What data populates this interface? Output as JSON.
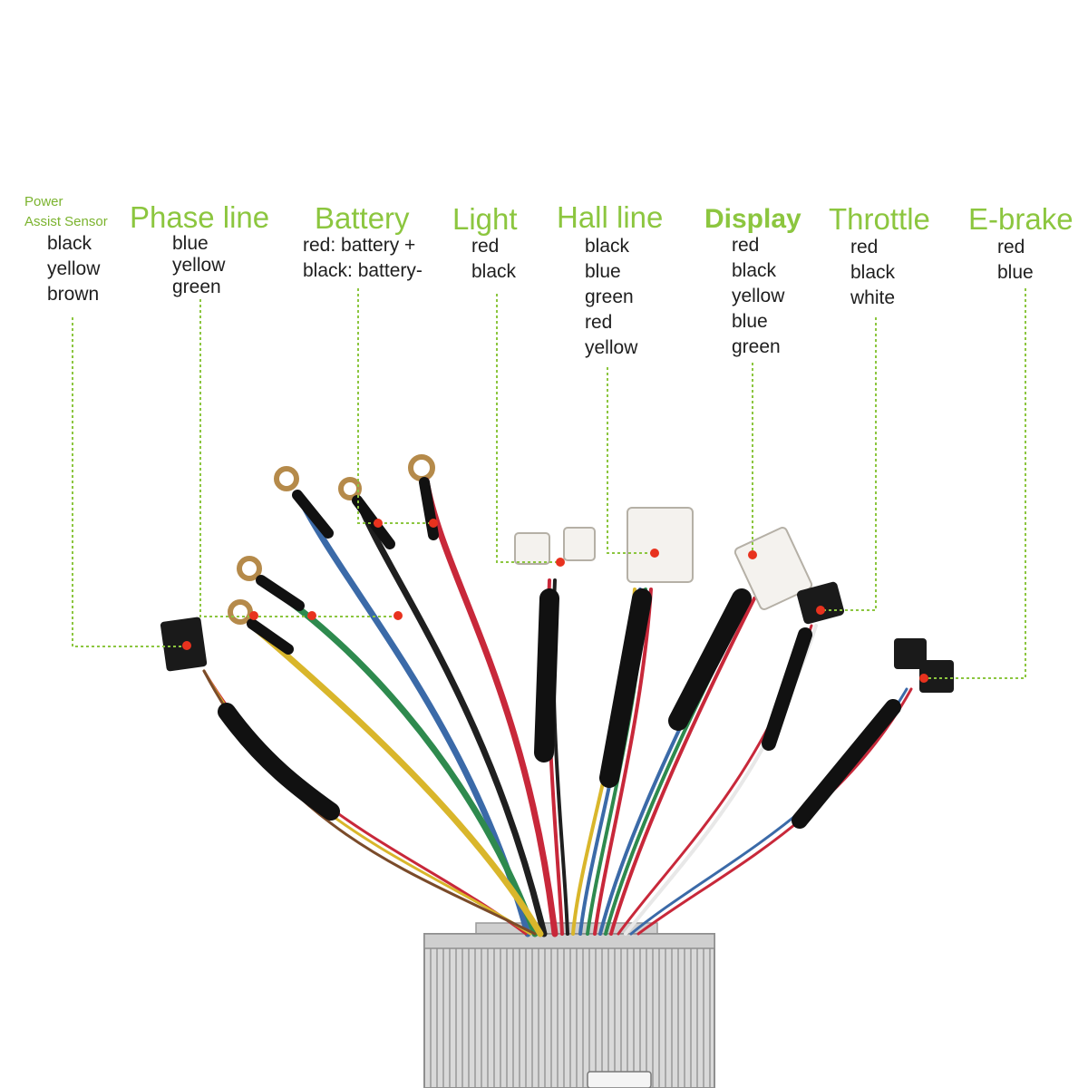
{
  "diagram": {
    "groups": [
      {
        "id": "pas",
        "title_lines": [
          "Power",
          "Assist Sensor"
        ],
        "wires": [
          "black",
          "yellow",
          "brown"
        ]
      },
      {
        "id": "phase",
        "title": "Phase line",
        "wires": [
          "blue",
          "yellow",
          "green"
        ]
      },
      {
        "id": "battery",
        "title": "Battery",
        "wires": [
          "red: battery +",
          "black: battery-"
        ]
      },
      {
        "id": "light",
        "title": "Light",
        "wires": [
          "red",
          "black"
        ]
      },
      {
        "id": "hall",
        "title": "Hall line",
        "wires": [
          "black",
          "blue",
          "green",
          "red",
          "yellow"
        ]
      },
      {
        "id": "display",
        "title": "Display",
        "wires": [
          "red",
          "black",
          "yellow",
          "blue",
          "green"
        ]
      },
      {
        "id": "throttle",
        "title": "Throttle",
        "wires": [
          "red",
          "black",
          "white"
        ]
      },
      {
        "id": "ebrake",
        "title": "E-brake",
        "wires": [
          "red",
          "blue"
        ]
      }
    ]
  },
  "colors": {
    "label_green": "#8cc63f",
    "leader_line": "#8cc63f",
    "marker": "#e8321e",
    "wire_red": "#c8283a",
    "wire_black": "#1f1f1f",
    "wire_blue": "#3b6aa8",
    "wire_green": "#2e8a4e",
    "wire_yellow": "#d9b62b",
    "wire_brown": "#7a4b2a",
    "controller_body": "#d6d6d6",
    "connector_white": "#f4f2ee"
  }
}
